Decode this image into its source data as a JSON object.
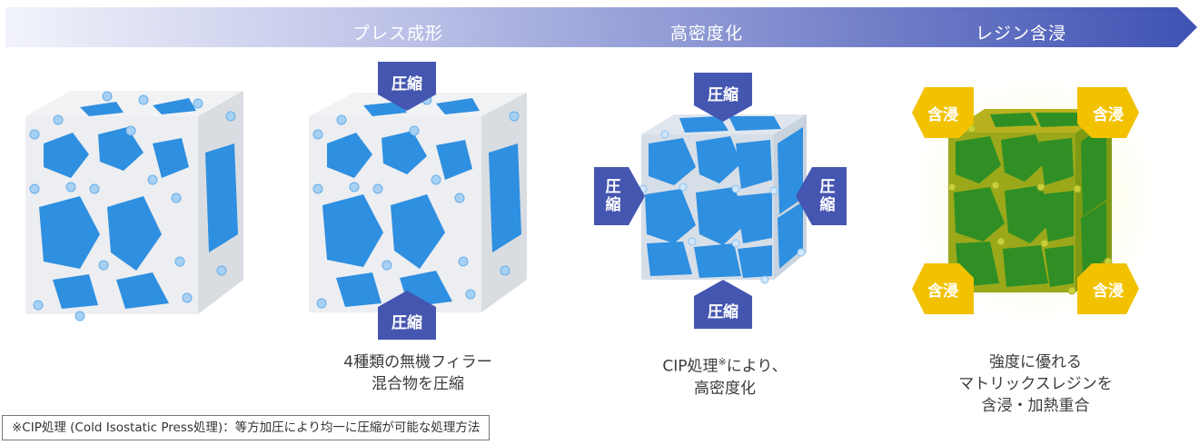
{
  "stages": [
    {
      "label": "プレス成形"
    },
    {
      "label": "高密度化"
    },
    {
      "label": "レジン含浸"
    }
  ],
  "tags": {
    "compress": "圧縮",
    "compress_line1": "圧",
    "compress_line2": "縮",
    "impregnate": "含浸"
  },
  "captions": {
    "press": [
      "4種類の無機フィラー",
      "混合物を圧縮"
    ],
    "cip": {
      "line1_main": "CIP処理",
      "line1_mark": "※",
      "line1_tail": "により、",
      "line2": "高密度化"
    },
    "resin": [
      "強度に優れる",
      "マトリックスレジンを",
      "含浸・加熱重合"
    ]
  },
  "footnote": "※CIP処理 (Cold Isostatic Press処理)：等方加圧により均一に圧縮が可能な処理方法",
  "colors": {
    "banner_start": "#eef0fb",
    "banner_end": "#3e4fb0",
    "arrow_blue": "#4556b0",
    "arrow_gold": "#f2c200",
    "filler_blue": "#2f8fe0",
    "bead": "#9ccbf2",
    "resin_green": "#3a9a2a",
    "resin_yellow": "#d8cc2a"
  }
}
